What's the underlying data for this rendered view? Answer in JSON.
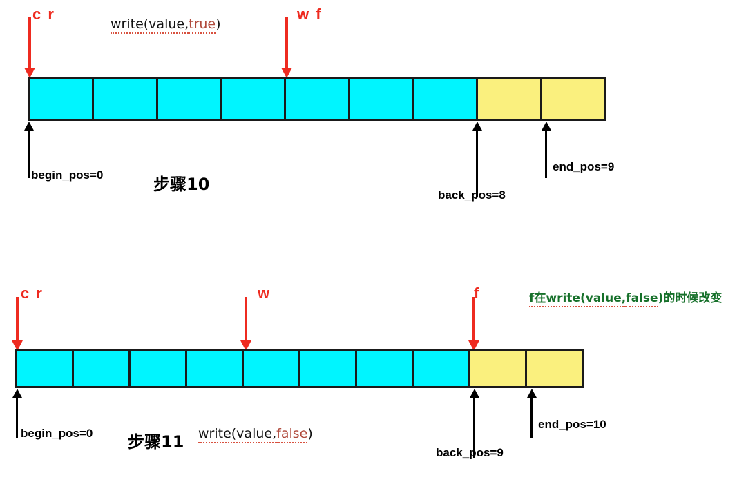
{
  "diagram": {
    "title": "Circular buffer step diagram",
    "colors": {
      "filled_cell": "#00f5ff",
      "empty_cell": "#faf07e",
      "pointer_red": "#ee2b20",
      "note_green": "#16702a",
      "cell_border": "#1a1a1a"
    },
    "panels": [
      {
        "id": "step10",
        "step_label": "步骤10",
        "operation": {
          "prefix": "write(value,",
          "arg": "true",
          "suffix": ")"
        },
        "cells": [
          {
            "index": 0,
            "state": "cyan"
          },
          {
            "index": 1,
            "state": "cyan"
          },
          {
            "index": 2,
            "state": "cyan"
          },
          {
            "index": 3,
            "state": "cyan"
          },
          {
            "index": 4,
            "state": "cyan"
          },
          {
            "index": 5,
            "state": "cyan"
          },
          {
            "index": 6,
            "state": "cyan"
          },
          {
            "index": 7,
            "state": "yellow"
          },
          {
            "index": 8,
            "state": "yellow"
          }
        ],
        "cell_count": 9,
        "top_pointers": [
          {
            "name": "cr",
            "label": "c r"
          },
          {
            "name": "wf",
            "label": "w f"
          }
        ],
        "bottom_pointers": [
          {
            "name": "begin_pos",
            "label": "begin_pos=0"
          },
          {
            "name": "back_pos",
            "label": "back_pos=8"
          },
          {
            "name": "end_pos",
            "label": "end_pos=9"
          }
        ]
      },
      {
        "id": "step11",
        "step_label": "步骤11",
        "operation": {
          "prefix": "write(value,",
          "arg": "false",
          "suffix": ")"
        },
        "note": {
          "lead": "f在write(value,",
          "arg": "false",
          "tail": ")的时候改变"
        },
        "cells": [
          {
            "index": 0,
            "state": "cyan"
          },
          {
            "index": 1,
            "state": "cyan"
          },
          {
            "index": 2,
            "state": "cyan"
          },
          {
            "index": 3,
            "state": "cyan"
          },
          {
            "index": 4,
            "state": "cyan"
          },
          {
            "index": 5,
            "state": "cyan"
          },
          {
            "index": 6,
            "state": "cyan"
          },
          {
            "index": 7,
            "state": "cyan"
          },
          {
            "index": 8,
            "state": "yellow"
          },
          {
            "index": 9,
            "state": "yellow"
          }
        ],
        "cell_count": 10,
        "top_pointers": [
          {
            "name": "cr",
            "label": "c r"
          },
          {
            "name": "w",
            "label": "w"
          },
          {
            "name": "f",
            "label": "f"
          }
        ],
        "bottom_pointers": [
          {
            "name": "begin_pos",
            "label": "begin_pos=0"
          },
          {
            "name": "back_pos",
            "label": "back_pos=9"
          },
          {
            "name": "end_pos",
            "label": "end_pos=10"
          }
        ]
      }
    ]
  }
}
